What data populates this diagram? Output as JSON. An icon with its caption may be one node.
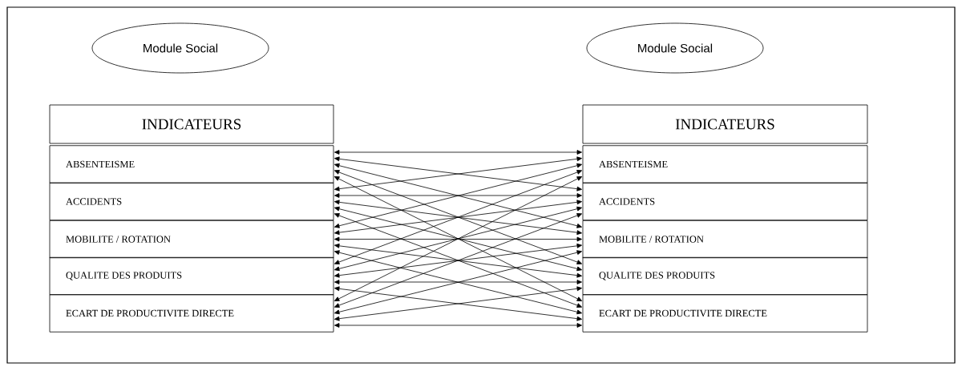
{
  "diagram": {
    "nodes": [
      {
        "text": [
          "Module Social"
        ]
      },
      {
        "text": [
          "INDICATEURS"
        ]
      },
      {
        "text": [
          "ABSENTEISME"
        ]
      },
      {
        "text": [
          "ACCIDENTS"
        ]
      },
      {
        "text": [
          "MOBILITE / ROTATION"
        ]
      },
      {
        "text": [
          "QUALITE DES PRODUITS"
        ]
      },
      {
        "text": [
          "ECART DE PRODUCTIVITE DIRECTE"
        ]
      },
      {
        "text": [
          "Module Social"
        ]
      },
      {
        "text": [
          "INDICATEURS"
        ]
      },
      {
        "text": [
          "ABSENTEISME"
        ]
      },
      {
        "text": [
          "ACCIDENTS"
        ]
      },
      {
        "text": [
          "MOBILITE / ROTATION"
        ]
      },
      {
        "text": [
          "QUALITE DES PRODUITS"
        ]
      },
      {
        "text": [
          "ECART DE PRODUCTIVITE DIRECTE"
        ]
      }
    ],
    "edges": [
      {
        "from": 2,
        "to": 9,
        "arrow": "both"
      },
      {
        "from": 2,
        "to": 10,
        "arrow": "both"
      },
      {
        "from": 2,
        "to": 11,
        "arrow": "both"
      },
      {
        "from": 2,
        "to": 12,
        "arrow": "both"
      },
      {
        "from": 2,
        "to": 13,
        "arrow": "both"
      },
      {
        "from": 3,
        "to": 9,
        "arrow": "both"
      },
      {
        "from": 3,
        "to": 10,
        "arrow": "both"
      },
      {
        "from": 3,
        "to": 11,
        "arrow": "both"
      },
      {
        "from": 3,
        "to": 12,
        "arrow": "both"
      },
      {
        "from": 3,
        "to": 13,
        "arrow": "both"
      },
      {
        "from": 4,
        "to": 9,
        "arrow": "both"
      },
      {
        "from": 4,
        "to": 10,
        "arrow": "both"
      },
      {
        "from": 4,
        "to": 11,
        "arrow": "both"
      },
      {
        "from": 4,
        "to": 12,
        "arrow": "both"
      },
      {
        "from": 4,
        "to": 13,
        "arrow": "both"
      },
      {
        "from": 5,
        "to": 9,
        "arrow": "both"
      },
      {
        "from": 5,
        "to": 10,
        "arrow": "both"
      },
      {
        "from": 5,
        "to": 11,
        "arrow": "both"
      },
      {
        "from": 5,
        "to": 12,
        "arrow": "both"
      },
      {
        "from": 5,
        "to": 13,
        "arrow": "both"
      },
      {
        "from": 6,
        "to": 9,
        "arrow": "both"
      },
      {
        "from": 6,
        "to": 10,
        "arrow": "both"
      },
      {
        "from": 6,
        "to": 11,
        "arrow": "both"
      },
      {
        "from": 6,
        "to": 12,
        "arrow": "both"
      },
      {
        "from": 6,
        "to": 13,
        "arrow": "both"
      }
    ]
  }
}
